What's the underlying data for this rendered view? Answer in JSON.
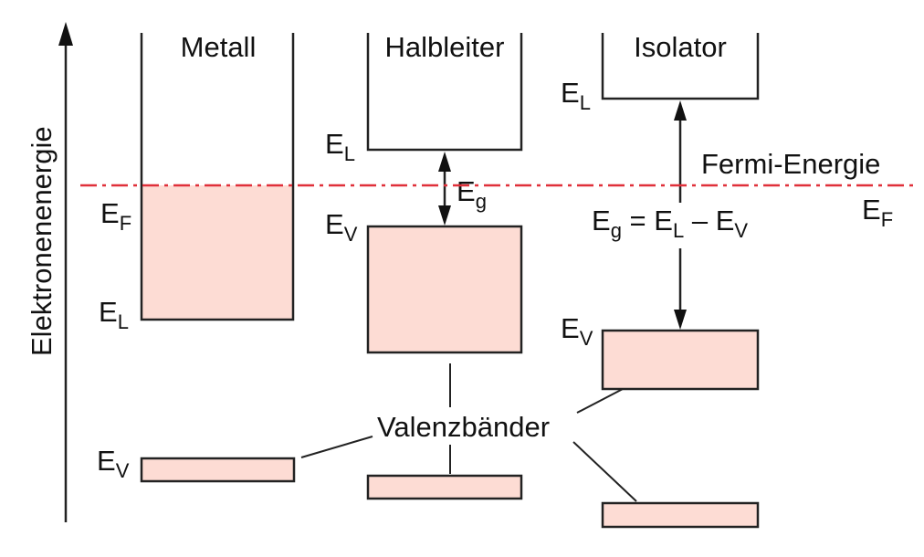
{
  "colors": {
    "band_fill": "#fddcd4",
    "line": "#222222",
    "fermi": "#e0303a"
  },
  "axis": {
    "label": "Elektronenenergie"
  },
  "columns": {
    "metal": {
      "title": "Metall",
      "ef": {
        "main": "E",
        "sub": "F"
      },
      "el": {
        "main": "E",
        "sub": "L"
      },
      "ev": {
        "main": "E",
        "sub": "V"
      }
    },
    "semi": {
      "title": "Halbleiter",
      "el": {
        "main": "E",
        "sub": "L"
      },
      "ev": {
        "main": "E",
        "sub": "V"
      },
      "eg": {
        "main": "E",
        "sub": "g"
      }
    },
    "insulator": {
      "title": "Isolator",
      "el": {
        "main": "E",
        "sub": "L"
      },
      "ev": {
        "main": "E",
        "sub": "V"
      },
      "formula": {
        "e1": "E",
        "s1": "g",
        "eq": " = ",
        "e2": "E",
        "s2": "L",
        "minus": " – ",
        "e3": "E",
        "s3": "V"
      }
    }
  },
  "fermi": {
    "label": "Fermi-Energie",
    "ef": {
      "main": "E",
      "sub": "F"
    }
  },
  "valence": {
    "label": "Valenzbänder"
  }
}
